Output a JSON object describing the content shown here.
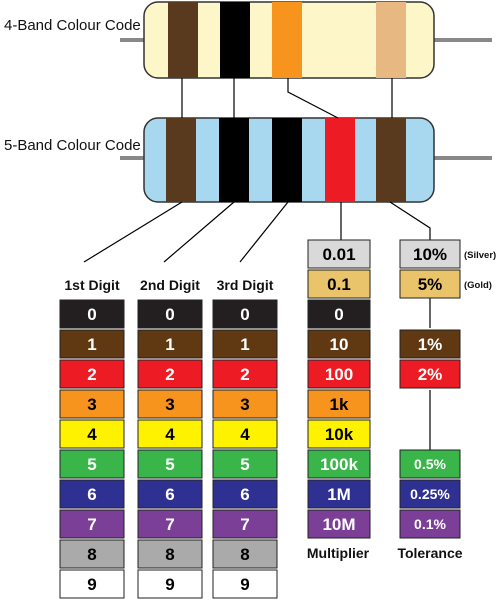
{
  "resistors": [
    {
      "label": "4-Band Colour Code",
      "body_color": "#fdf6c8",
      "bands": [
        "#5a3a1e",
        "#000000",
        "#f7941d",
        "#e8b882"
      ]
    },
    {
      "label": "5-Band Colour Code",
      "body_color": "#a8d8f0",
      "bands": [
        "#5a3a1e",
        "#000000",
        "#000000",
        "#ed1c24",
        "#5a3a1e"
      ]
    }
  ],
  "digit_columns": [
    {
      "header": "1st Digit"
    },
    {
      "header": "2nd Digit"
    },
    {
      "header": "3rd Digit"
    }
  ],
  "colors": [
    {
      "name": "black",
      "hex": "#231f20",
      "digit": "0",
      "multiplier": "0",
      "tolerance": ""
    },
    {
      "name": "brown",
      "hex": "#603913",
      "digit": "1",
      "multiplier": "10",
      "tolerance": "1%"
    },
    {
      "name": "red",
      "hex": "#ed1c24",
      "digit": "2",
      "multiplier": "100",
      "tolerance": "2%"
    },
    {
      "name": "orange",
      "hex": "#f7941d",
      "digit": "3",
      "multiplier": "1k",
      "tolerance": ""
    },
    {
      "name": "yellow",
      "hex": "#fff200",
      "digit": "4",
      "multiplier": "10k",
      "tolerance": ""
    },
    {
      "name": "green",
      "hex": "#3ab54a",
      "digit": "5",
      "multiplier": "100k",
      "tolerance": "0.5%"
    },
    {
      "name": "blue",
      "hex": "#2e3192",
      "digit": "6",
      "multiplier": "1M",
      "tolerance": "0.25%"
    },
    {
      "name": "violet",
      "hex": "#7b3f98",
      "digit": "7",
      "multiplier": "10M",
      "tolerance": "0.1%"
    },
    {
      "name": "grey",
      "hex": "#aaaaaa",
      "digit": "8",
      "multiplier": "",
      "tolerance": ""
    },
    {
      "name": "white",
      "hex": "#ffffff",
      "digit": "9",
      "multiplier": "",
      "tolerance": ""
    }
  ],
  "extra_rows": [
    {
      "name": "silver",
      "hex": "#d9d9d9",
      "multiplier": "0.01",
      "tolerance": "10%",
      "note": "(Silver)"
    },
    {
      "name": "gold",
      "hex": "#e9c46a",
      "multiplier": "0.1",
      "tolerance": "5%",
      "note": "(Gold)"
    }
  ],
  "multiplier_label": "Multiplier",
  "tolerance_label": "Tolerance"
}
